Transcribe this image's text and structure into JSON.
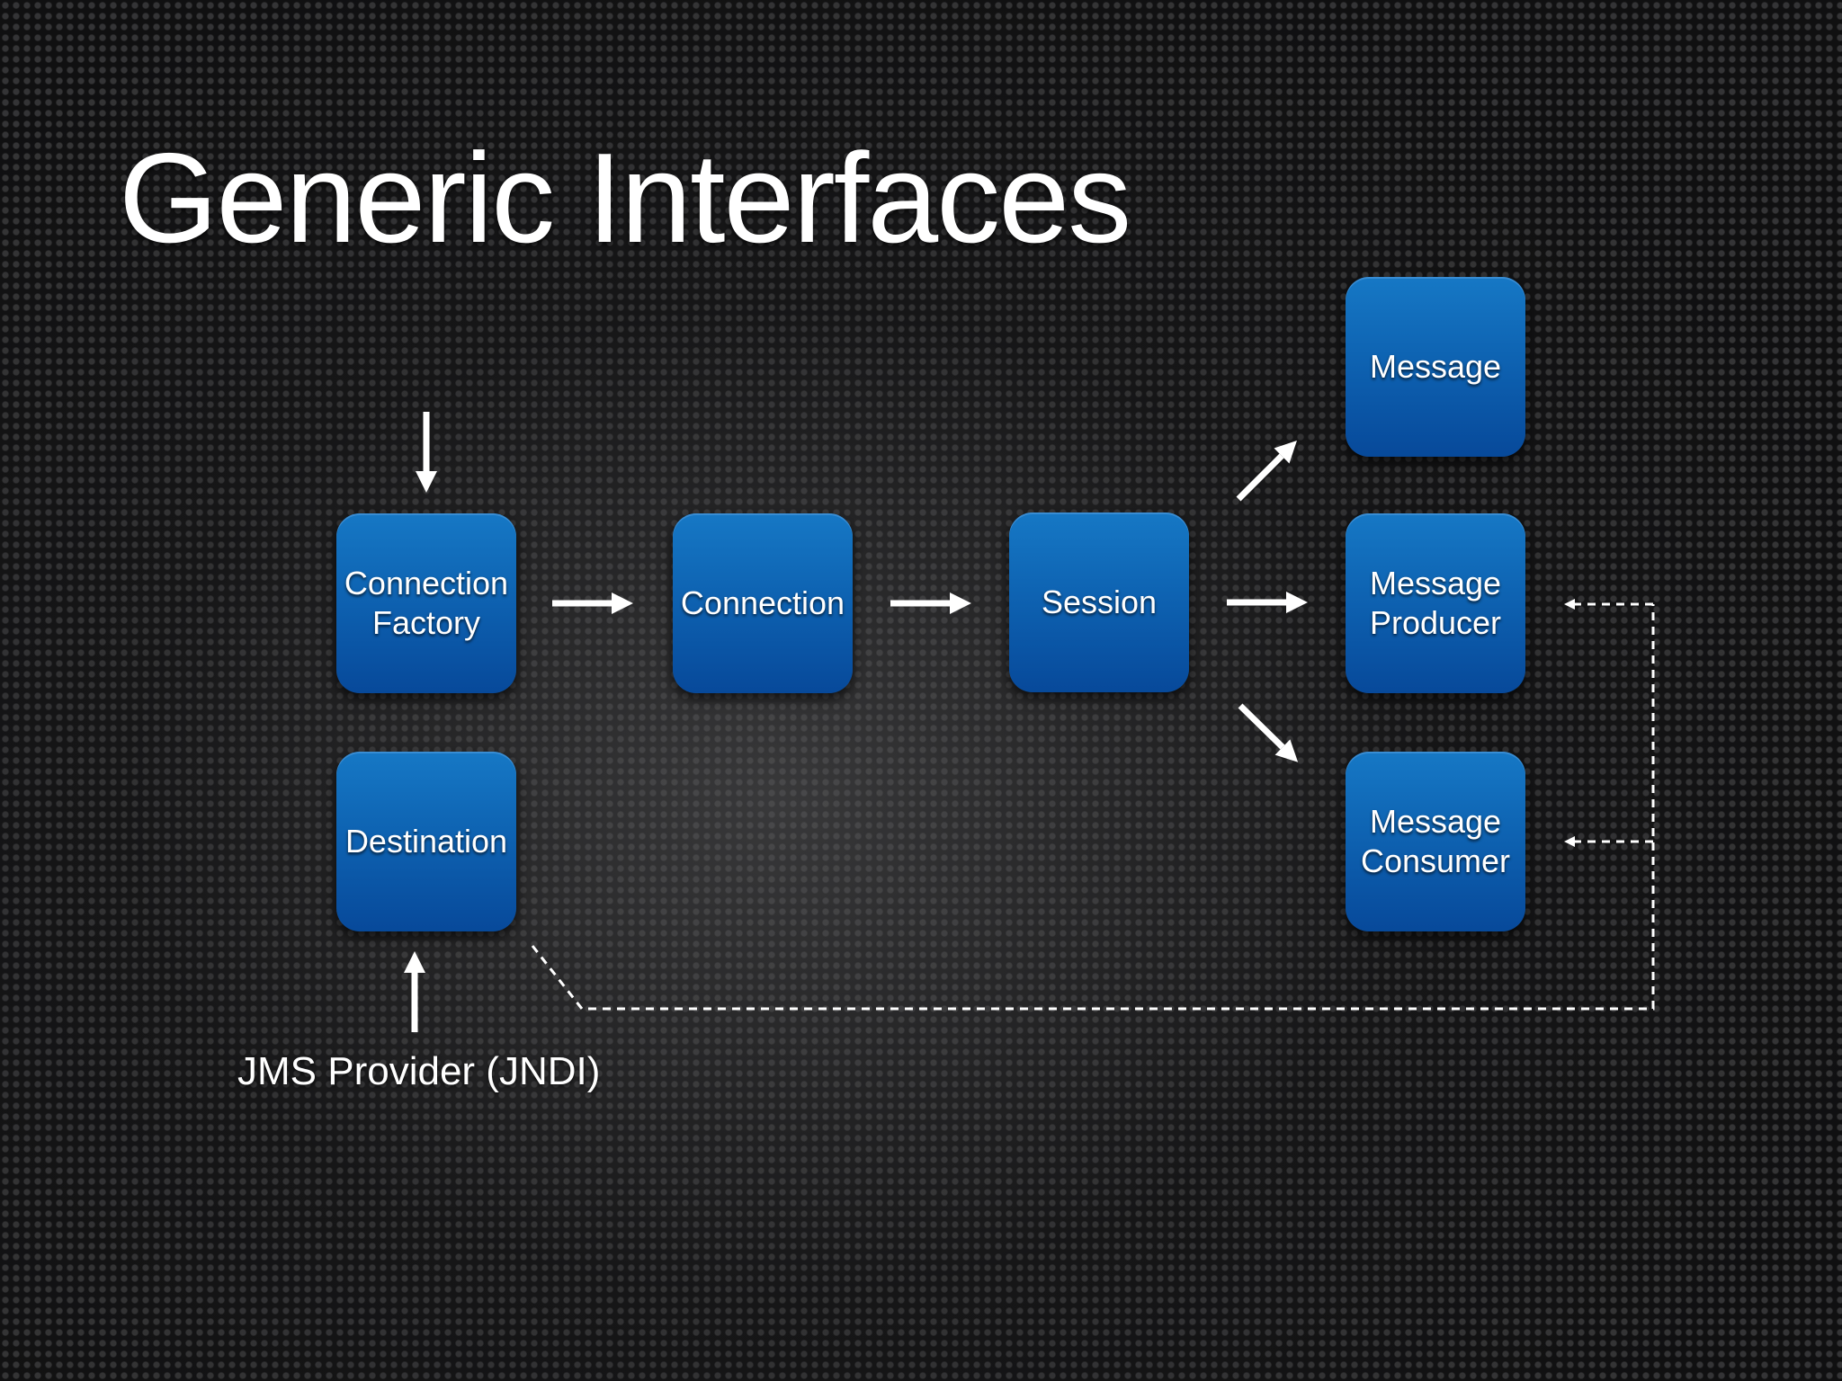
{
  "slide": {
    "title": "Generic Interfaces"
  },
  "diagram": {
    "nodes": {
      "connection_factory": "Connection\nFactory",
      "connection": "Connection",
      "session": "Session",
      "message": "Message",
      "message_producer": "Message\nProducer",
      "message_consumer": "Message\nConsumer",
      "destination": "Destination"
    },
    "provider_label": "JMS Provider (JNDI)"
  },
  "colors": {
    "background": "#1a1a1b",
    "node_fill": "#0e63b2",
    "text": "#ffffff",
    "arrow": "#ffffff"
  }
}
